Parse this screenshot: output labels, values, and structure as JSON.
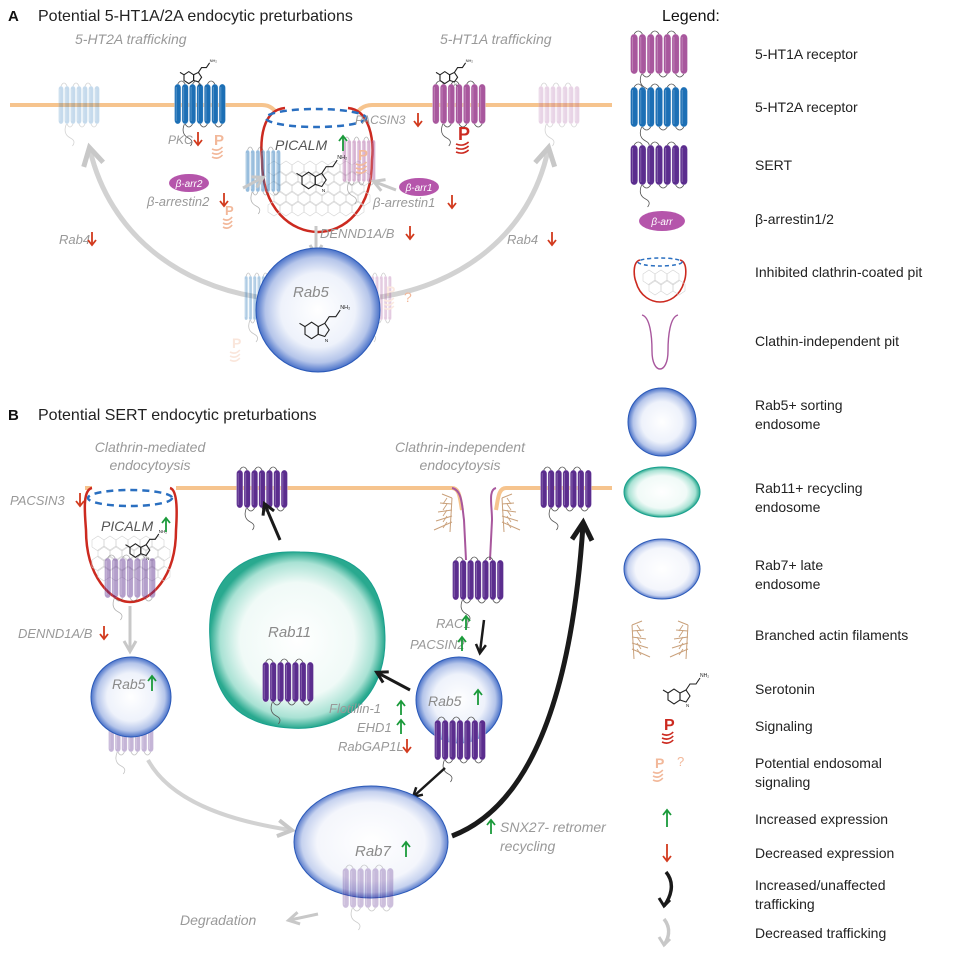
{
  "panel_a": {
    "letter": "A",
    "title": "Potential 5-HT1A/2A endocytic preturbations",
    "ht2a_trafficking": "5-HT2A trafficking",
    "ht1a_trafficking": "5-HT1A trafficking",
    "pkc": "PKC",
    "picalm": "PICALM",
    "pacsin3": "PACSIN3",
    "b_arr2_badge": "β-arr2",
    "b_arr1_badge": "β-arr1",
    "b_arrestin2": "β-arrestin2",
    "b_arrestin1": "β-arrestin1",
    "dennd1ab": "DENND1A/B",
    "rab4_left": "Rab4",
    "rab4_right": "Rab4",
    "rab5": "Rab5",
    "question_mark": "?"
  },
  "panel_b": {
    "letter": "B",
    "title": "Potential SERT endocytic preturbations",
    "clathrin_mediated_1": "Clathrin-mediated",
    "clathrin_mediated_2": "endocytoysis",
    "clathrin_independent_1": "Clathrin-independent",
    "clathrin_independent_2": "endocytoysis",
    "pacsin3": "PACSIN3",
    "picalm": "PICALM",
    "dennd1ab": "DENND1A/B",
    "rab5_left": "Rab5",
    "rab11": "Rab11",
    "rac1": "RAC1",
    "pacsin2": "PACSIN2",
    "rab5_right": "Rab5",
    "flotillin1": "Flotillin-1",
    "ehd1": "EHD1",
    "rabgap1l": "RabGAP1L",
    "rab7": "Rab7",
    "snx27_1": "SNX27- retromer",
    "snx27_2": "recycling",
    "degradation": "Degradation"
  },
  "legend": {
    "title": "Legend:",
    "items": [
      {
        "label": "5-HT1A receptor"
      },
      {
        "label": "5-HT2A receptor"
      },
      {
        "label": "SERT"
      },
      {
        "label": "β-arrestin1/2",
        "badge": "β-arr"
      },
      {
        "label": "Inhibited clathrin-coated pit"
      },
      {
        "label": "Clathin-independent pit"
      },
      {
        "label": "Rab5+ sorting",
        "label2": "endosome"
      },
      {
        "label": "Rab11+ recycling",
        "label2": "endosome"
      },
      {
        "label": "Rab7+ late",
        "label2": "endosome"
      },
      {
        "label": "Branched actin filaments"
      },
      {
        "label": "Serotonin"
      },
      {
        "label": "Signaling",
        "glyph": "P"
      },
      {
        "label": "Potential endosomal",
        "label2": "signaling",
        "glyph": "P",
        "q": "?"
      },
      {
        "label": "Increased expression"
      },
      {
        "label": "Decreased expression"
      },
      {
        "label": "Increased/unaffected",
        "label2": "trafficking"
      },
      {
        "label": "Decreased trafficking"
      }
    ]
  },
  "colors": {
    "membrane": "#f6c48e",
    "ht1a": "#a8579d",
    "ht2a": "#1c6fb5",
    "sert": "#5b2d8e",
    "clathrin_pit": "#cc2a20",
    "rab5_edge": "#2a59b8",
    "rab11_edge": "#1aa08e",
    "increase": "#1a9a3a",
    "decrease": "#d23a1e",
    "gray_text": "#8a8a8a"
  }
}
